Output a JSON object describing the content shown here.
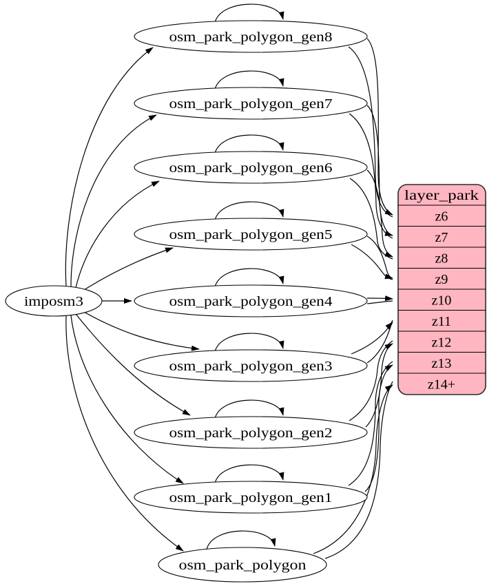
{
  "diagram": {
    "source_node": {
      "label": "imposm3"
    },
    "tables": [
      {
        "label": "osm_park_polygon_gen8"
      },
      {
        "label": "osm_park_polygon_gen7"
      },
      {
        "label": "osm_park_polygon_gen6"
      },
      {
        "label": "osm_park_polygon_gen5"
      },
      {
        "label": "osm_park_polygon_gen4"
      },
      {
        "label": "osm_park_polygon_gen3"
      },
      {
        "label": "osm_park_polygon_gen2"
      },
      {
        "label": "osm_park_polygon_gen1"
      },
      {
        "label": "osm_park_polygon"
      }
    ],
    "layer": {
      "title": "layer_park",
      "rows": [
        "z6",
        "z7",
        "z8",
        "z9",
        "z10",
        "z11",
        "z12",
        "z13",
        "z14+"
      ]
    },
    "colors": {
      "layer_fill": "#ffb6c1",
      "edge": "#000000",
      "node_fill": "#ffffff"
    },
    "edges": {
      "from_source": [
        {
          "from": "imposm3",
          "to": "osm_park_polygon_gen8"
        },
        {
          "from": "imposm3",
          "to": "osm_park_polygon_gen7"
        },
        {
          "from": "imposm3",
          "to": "osm_park_polygon_gen6"
        },
        {
          "from": "imposm3",
          "to": "osm_park_polygon_gen5"
        },
        {
          "from": "imposm3",
          "to": "osm_park_polygon_gen4"
        },
        {
          "from": "imposm3",
          "to": "osm_park_polygon_gen3"
        },
        {
          "from": "imposm3",
          "to": "osm_park_polygon_gen2"
        },
        {
          "from": "imposm3",
          "to": "osm_park_polygon_gen1"
        },
        {
          "from": "imposm3",
          "to": "osm_park_polygon"
        }
      ],
      "self_updates": [
        {
          "from": "osm_park_polygon_gen8",
          "to": "osm_park_polygon_gen8"
        },
        {
          "from": "osm_park_polygon_gen7",
          "to": "osm_park_polygon_gen7"
        },
        {
          "from": "osm_park_polygon_gen6",
          "to": "osm_park_polygon_gen6"
        },
        {
          "from": "osm_park_polygon_gen5",
          "to": "osm_park_polygon_gen5"
        },
        {
          "from": "osm_park_polygon_gen4",
          "to": "osm_park_polygon_gen4"
        },
        {
          "from": "osm_park_polygon_gen3",
          "to": "osm_park_polygon_gen3"
        },
        {
          "from": "osm_park_polygon_gen2",
          "to": "osm_park_polygon_gen2"
        },
        {
          "from": "osm_park_polygon_gen1",
          "to": "osm_park_polygon_gen1"
        },
        {
          "from": "osm_park_polygon",
          "to": "osm_park_polygon"
        }
      ],
      "to_layer": [
        {
          "from": "osm_park_polygon_gen8",
          "to": "layer_park:z6"
        },
        {
          "from": "osm_park_polygon_gen7",
          "to": "layer_park:z7"
        },
        {
          "from": "osm_park_polygon_gen6",
          "to": "layer_park:z8"
        },
        {
          "from": "osm_park_polygon_gen5",
          "to": "layer_park:z9"
        },
        {
          "from": "osm_park_polygon_gen4",
          "to": "layer_park:z10"
        },
        {
          "from": "osm_park_polygon_gen3",
          "to": "layer_park:z11"
        },
        {
          "from": "osm_park_polygon_gen2",
          "to": "layer_park:z12"
        },
        {
          "from": "osm_park_polygon_gen1",
          "to": "layer_park:z13"
        },
        {
          "from": "osm_park_polygon",
          "to": "layer_park:z14+"
        }
      ]
    }
  }
}
